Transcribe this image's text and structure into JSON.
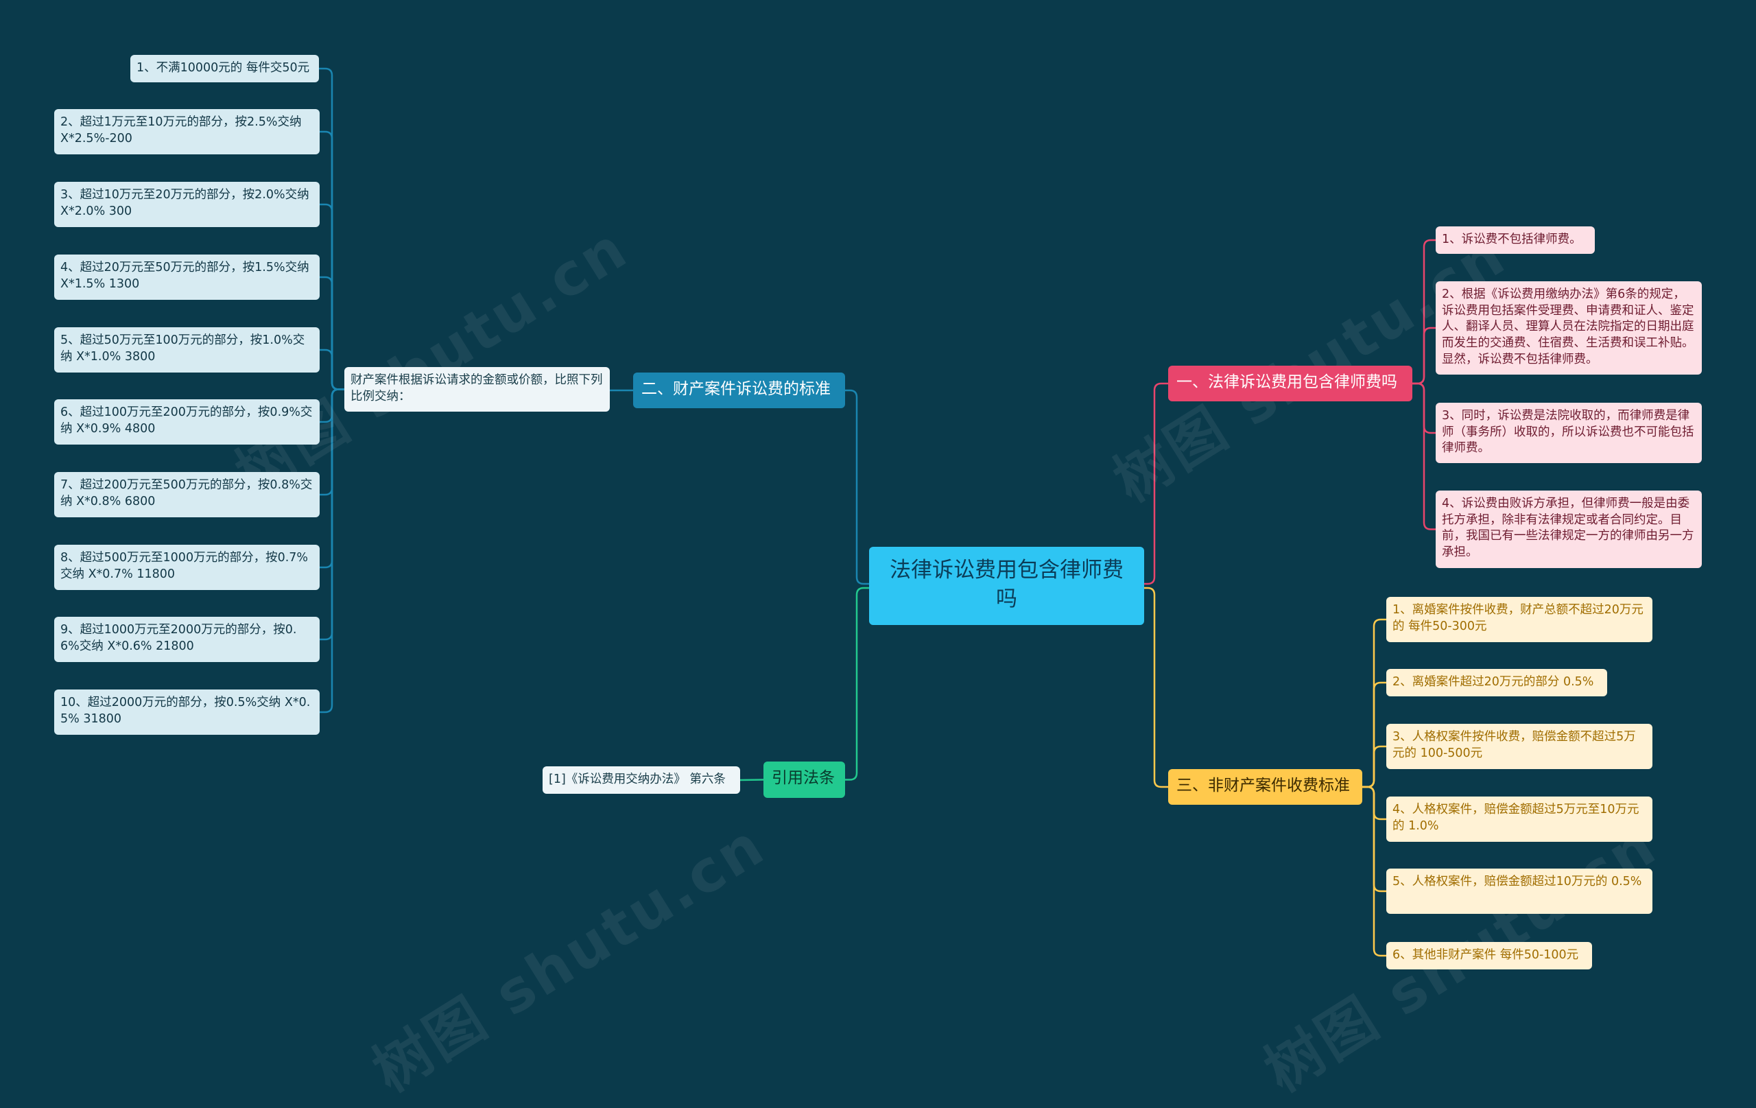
{
  "watermark": "树图 shutu.cn",
  "center": {
    "label": "法律诉讼费用包含律师费吗"
  },
  "branches": [
    {
      "key": "b1",
      "label": "一、法律诉讼费用包含律师费吗",
      "color": "#e8456c",
      "children": [
        "1、诉讼费不包括律师费。",
        "2、根据《诉讼费用缴纳办法》第6条的规定，诉讼费用包括案件受理费、申请费和证人、鉴定人、翻译人员、理算人员在法院指定的日期出庭而发生的交通费、住宿费、生活费和误工补贴。显然，诉讼费不包括律师费。",
        "3、同时，诉讼费是法院收取的，而律师费是律师（事务所）收取的，所以诉讼费也不可能包括律师费。",
        "4、诉讼费由败诉方承担，但律师费一般是由委托方承担，除非有法律规定或者合同约定。目前，我国已有一些法律规定一方的律师由另一方承担。"
      ]
    },
    {
      "key": "b2",
      "label": "二、财产案件诉讼费的标准",
      "color": "#1a86b1",
      "intro": "财产案件根据诉讼请求的金额或价额，比照下列比例交纳：",
      "children": [
        "1、不满10000元的 每件交50元",
        "2、超过1万元至10万元的部分，按2.5%交纳 X*2.5%-200",
        "3、超过10万元至20万元的部分，按2.0%交纳 X*2.0% 300",
        "4、超过20万元至50万元的部分，按1.5%交纳 X*1.5% 1300",
        "5、超过50万元至100万元的部分，按1.0%交纳 X*1.0% 3800",
        "6、超过100万元至200万元的部分，按0.9%交纳 X*0.9% 4800",
        "7、超过200万元至500万元的部分，按0.8%交纳 X*0.8% 6800",
        "8、超过500万元至1000万元的部分，按0.7%交纳 X*0.7% 11800",
        "9、超过1000万元至2000万元的部分，按0.6%交纳 X*0.6% 21800",
        "10、超过2000万元的部分，按0.5%交纳 X*0.5% 31800"
      ]
    },
    {
      "key": "b3",
      "label": "三、非财产案件收费标准",
      "color": "#ffc94c",
      "children": [
        "1、离婚案件按件收费，财产总额不超过20万元的 每件50-300元",
        "2、离婚案件超过20万元的部分 0.5%",
        "3、人格权案件按件收费，赔偿金额不超过5万元的 100-500元",
        "4、人格权案件，赔偿金额超过5万元至10万元的 1.0%",
        "5、人格权案件，赔偿金额超过10万元的 0.5%",
        "6、其他非财产案件 每件50-100元"
      ]
    },
    {
      "key": "b4",
      "label": "引用法条",
      "color": "#22c98f",
      "children": [
        "[1]《诉讼费用交纳办法》 第六条"
      ]
    }
  ]
}
